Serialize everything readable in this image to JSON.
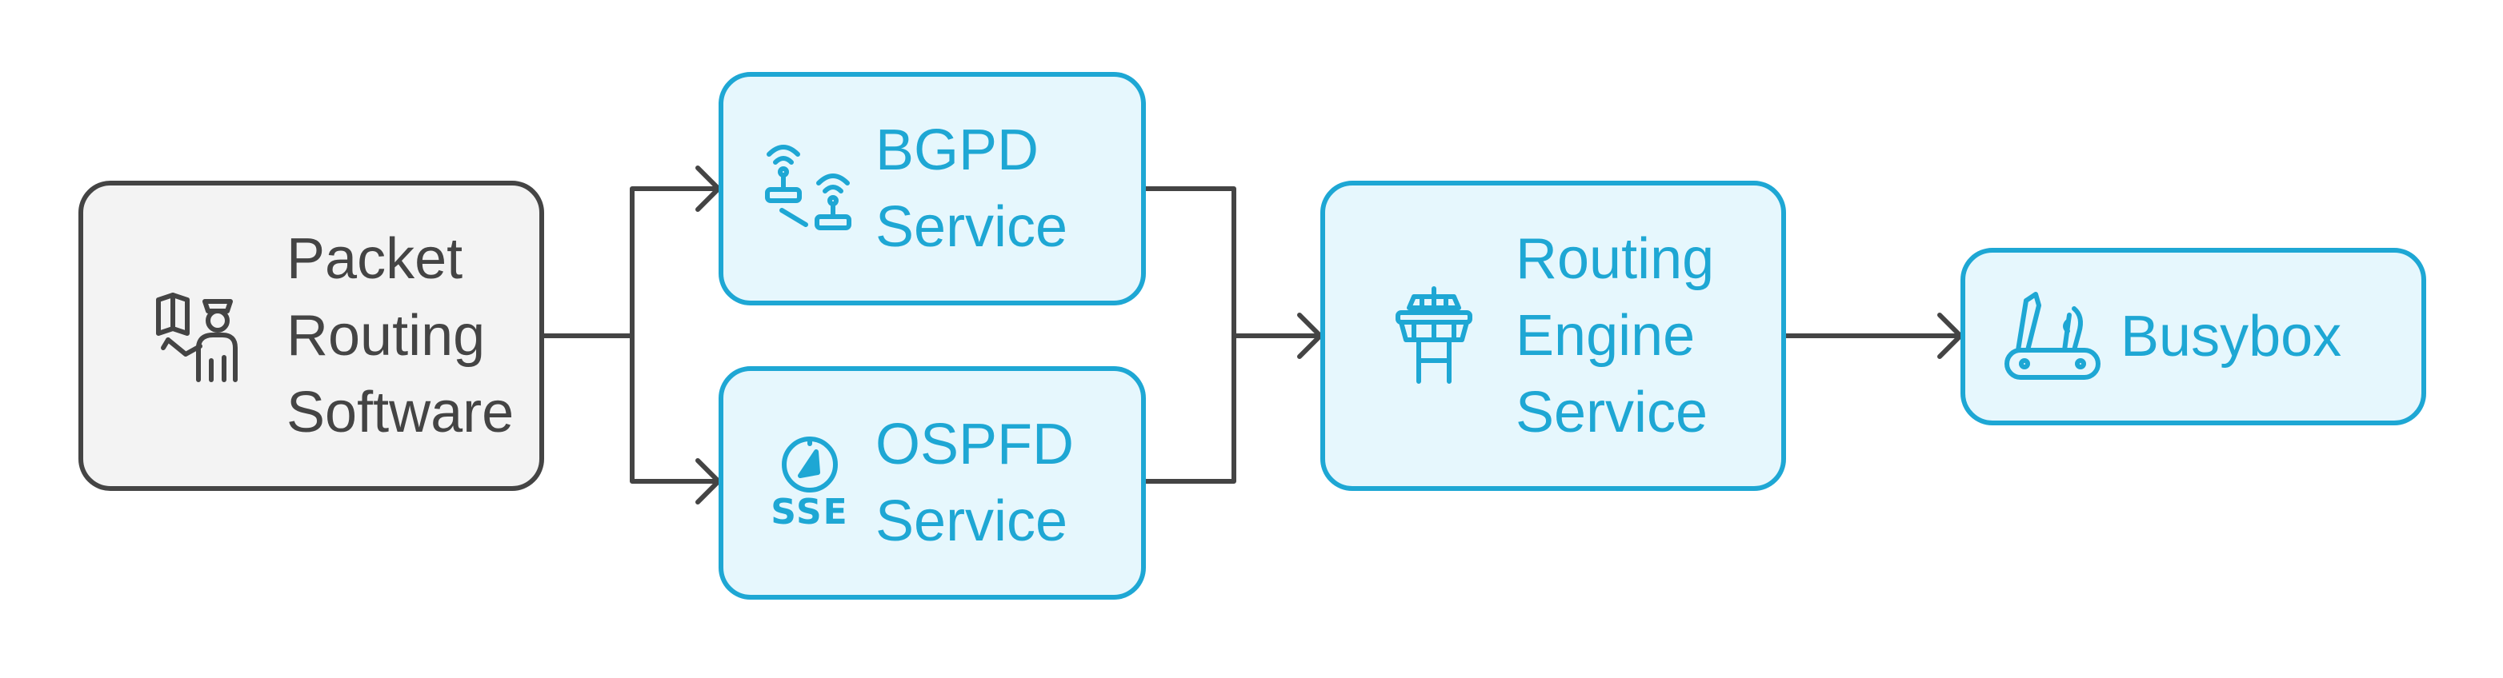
{
  "colors": {
    "accent": "#1ea7d4",
    "accent_fill": "#e6f7fd",
    "neutral": "#444444",
    "neutral_fill": "#f3f3f3",
    "connector": "#444444"
  },
  "nodes": {
    "packet_routing": {
      "lines": [
        "Packet",
        "Routing",
        "Software"
      ],
      "icon": "guide-with-map-icon"
    },
    "bgpd": {
      "lines": [
        "BGPD",
        "Service"
      ],
      "icon": "wireless-router-icon"
    },
    "ospfd": {
      "lines": [
        "OSPFD",
        "Service"
      ],
      "icon": "sse-compass-icon",
      "icon_text": "SSE"
    },
    "routing_engine": {
      "lines": [
        "Routing",
        "Engine",
        "Service"
      ],
      "icon": "control-tower-icon"
    },
    "busybox": {
      "lines": [
        "Busybox"
      ],
      "icon": "multitool-knife-icon"
    }
  },
  "edges": [
    {
      "from": "Packet Routing Software",
      "to": "BGPD Service"
    },
    {
      "from": "Packet Routing Software",
      "to": "OSPFD Service"
    },
    {
      "from": "BGPD Service",
      "to": "Routing Engine Service"
    },
    {
      "from": "OSPFD Service",
      "to": "Routing Engine Service"
    },
    {
      "from": "Routing Engine Service",
      "to": "Busybox"
    }
  ]
}
